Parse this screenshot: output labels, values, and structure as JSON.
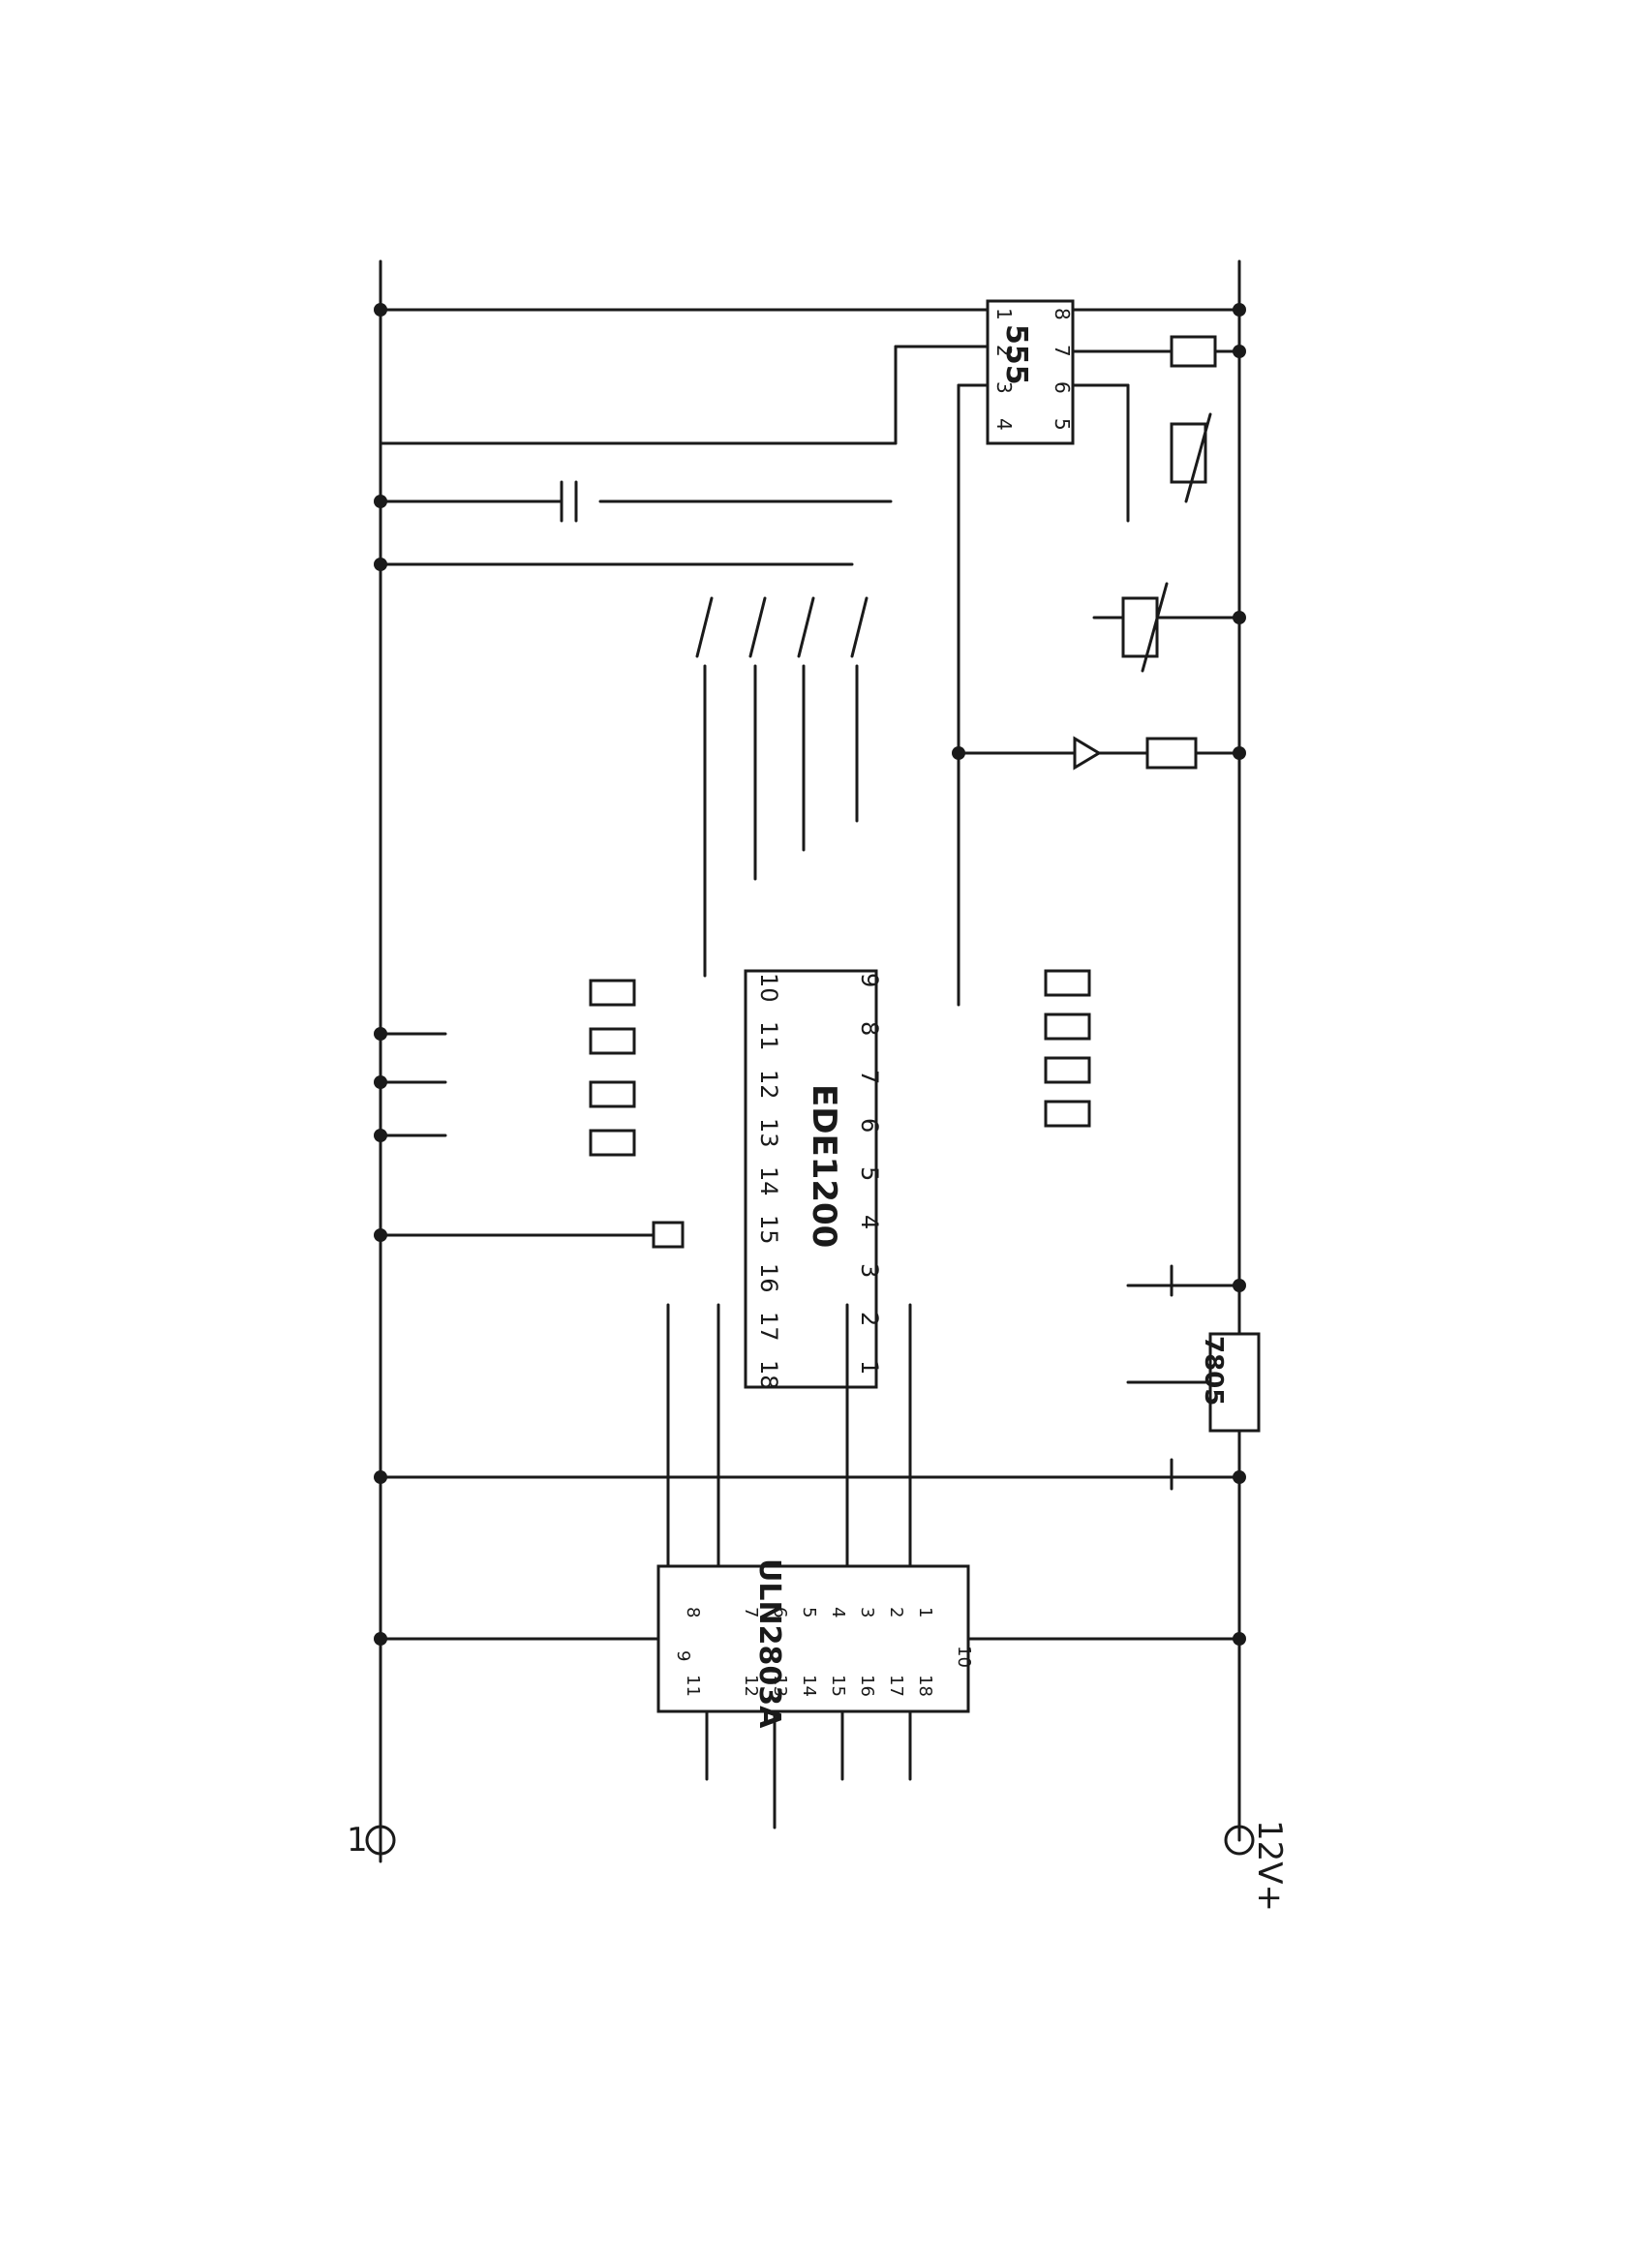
{
  "schematic": {
    "terminals": {
      "ground_label": "1",
      "supply_label": "12V+"
    },
    "timer_ic": {
      "name": "555",
      "pins_left": [
        "8",
        "7",
        "6",
        "5"
      ],
      "pins_right": [
        "1",
        "2",
        "3",
        "4"
      ]
    },
    "controller_ic": {
      "name": "EDE1200",
      "pins_top": [
        "10",
        "11",
        "12",
        "13",
        "14",
        "15",
        "16",
        "17",
        "18"
      ],
      "pins_bottom": [
        "9",
        "8",
        "7",
        "6",
        "5",
        "4",
        "3",
        "2",
        "1"
      ]
    },
    "driver_ic": {
      "name": "ULN2803A",
      "pins_top": [
        "8",
        "7",
        "6",
        "5",
        "4",
        "3",
        "2",
        "1"
      ],
      "pins_bottom": [
        "11",
        "12",
        "13",
        "14",
        "15",
        "16",
        "17",
        "18"
      ],
      "pin_left": "9",
      "pin_right": "10"
    },
    "regulator": {
      "name": "7805"
    }
  }
}
